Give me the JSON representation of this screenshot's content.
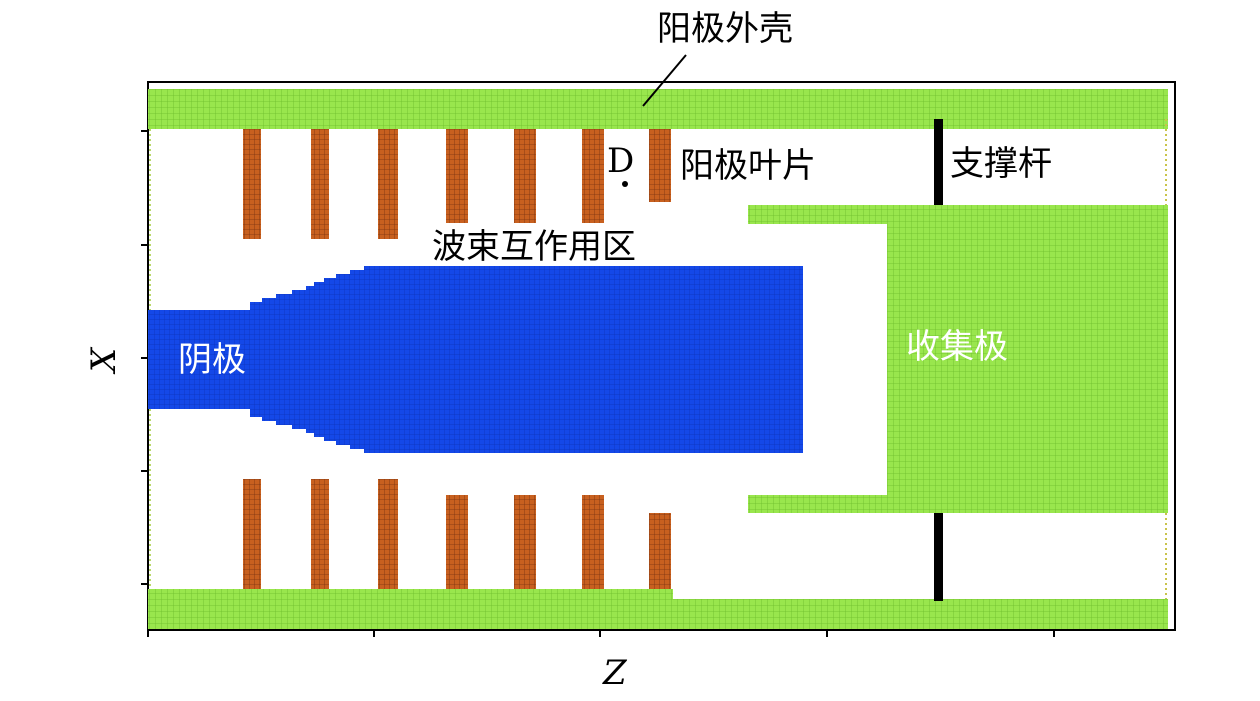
{
  "labels": {
    "anode_shell": "阳极外壳",
    "anode_vane": "阳极叶片",
    "support_rod": "支撑杆",
    "interaction_region": "波束互作用区",
    "cathode": "阴极",
    "collector": "收集极",
    "probe": "D"
  },
  "axes": {
    "x_label": "Z",
    "y_label": "X"
  },
  "colors": {
    "anode": "#99e64d",
    "vane": "#c0581f",
    "cathode": "#1040e6",
    "rod": "#000000",
    "frame": "#000000"
  }
}
